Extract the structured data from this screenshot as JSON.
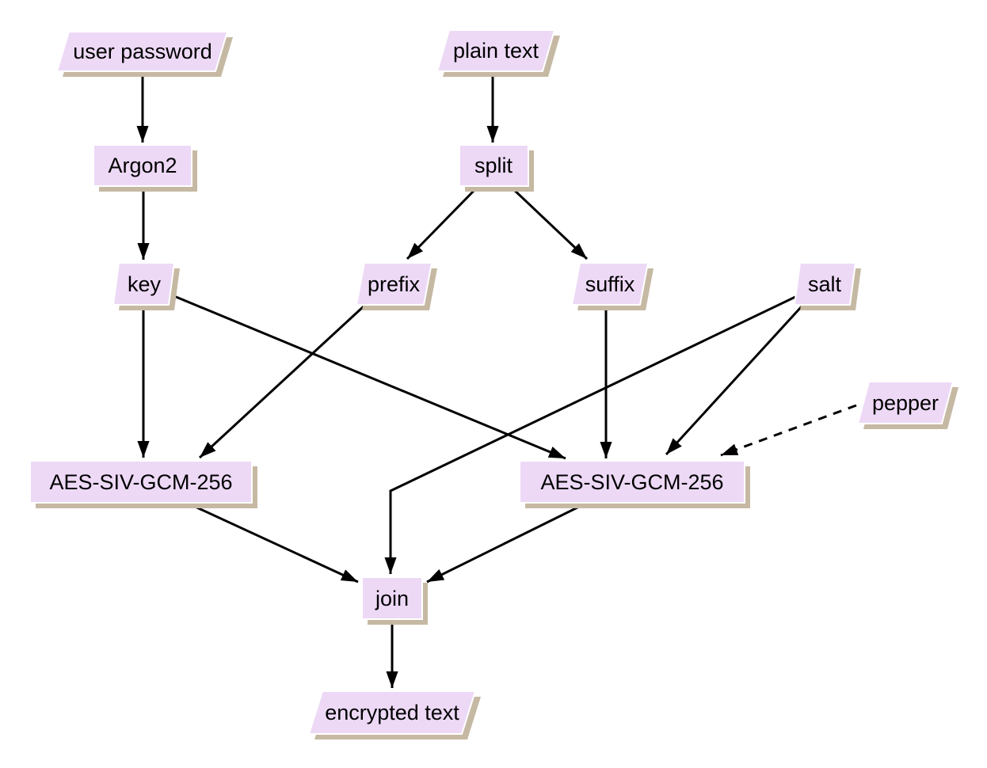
{
  "diagram": {
    "type": "flowchart",
    "description": "Encryption scheme flow diagram",
    "colors": {
      "node_fill": "#edd9f6",
      "node_border": "#ffffff",
      "node_shadow": "#c6b9a3",
      "edge": "#000000",
      "text": "#000000",
      "background": "#ffffff"
    },
    "nodes": [
      {
        "id": "user-password",
        "label": "user password",
        "shape": "parallelogram"
      },
      {
        "id": "argon2",
        "label": "Argon2",
        "shape": "rectangle"
      },
      {
        "id": "plain-text",
        "label": "plain text",
        "shape": "parallelogram"
      },
      {
        "id": "split",
        "label": "split",
        "shape": "rectangle"
      },
      {
        "id": "key",
        "label": "key",
        "shape": "parallelogram"
      },
      {
        "id": "prefix",
        "label": "prefix",
        "shape": "parallelogram"
      },
      {
        "id": "suffix",
        "label": "suffix",
        "shape": "parallelogram"
      },
      {
        "id": "salt",
        "label": "salt",
        "shape": "parallelogram"
      },
      {
        "id": "pepper",
        "label": "pepper",
        "shape": "parallelogram"
      },
      {
        "id": "aes-siv-gcm-256-left",
        "label": "AES-SIV-GCM-256",
        "shape": "rectangle"
      },
      {
        "id": "aes-siv-gcm-256-right",
        "label": "AES-SIV-GCM-256",
        "shape": "rectangle"
      },
      {
        "id": "join",
        "label": "join",
        "shape": "rectangle"
      },
      {
        "id": "encrypted-text",
        "label": "encrypted text",
        "shape": "parallelogram"
      }
    ],
    "edges": [
      {
        "from": "user-password",
        "to": "argon2",
        "style": "solid"
      },
      {
        "from": "argon2",
        "to": "key",
        "style": "solid"
      },
      {
        "from": "plain-text",
        "to": "split",
        "style": "solid"
      },
      {
        "from": "split",
        "to": "prefix",
        "style": "solid"
      },
      {
        "from": "split",
        "to": "suffix",
        "style": "solid"
      },
      {
        "from": "key",
        "to": "aes-siv-gcm-256-left",
        "style": "solid"
      },
      {
        "from": "key",
        "to": "aes-siv-gcm-256-right",
        "style": "solid"
      },
      {
        "from": "prefix",
        "to": "aes-siv-gcm-256-left",
        "style": "solid"
      },
      {
        "from": "suffix",
        "to": "aes-siv-gcm-256-right",
        "style": "solid"
      },
      {
        "from": "salt",
        "to": "aes-siv-gcm-256-right",
        "style": "solid"
      },
      {
        "from": "salt",
        "to": "join",
        "style": "solid"
      },
      {
        "from": "pepper",
        "to": "aes-siv-gcm-256-right",
        "style": "dashed"
      },
      {
        "from": "aes-siv-gcm-256-left",
        "to": "join",
        "style": "solid"
      },
      {
        "from": "aes-siv-gcm-256-right",
        "to": "join",
        "style": "solid"
      },
      {
        "from": "join",
        "to": "encrypted-text",
        "style": "solid"
      }
    ]
  }
}
